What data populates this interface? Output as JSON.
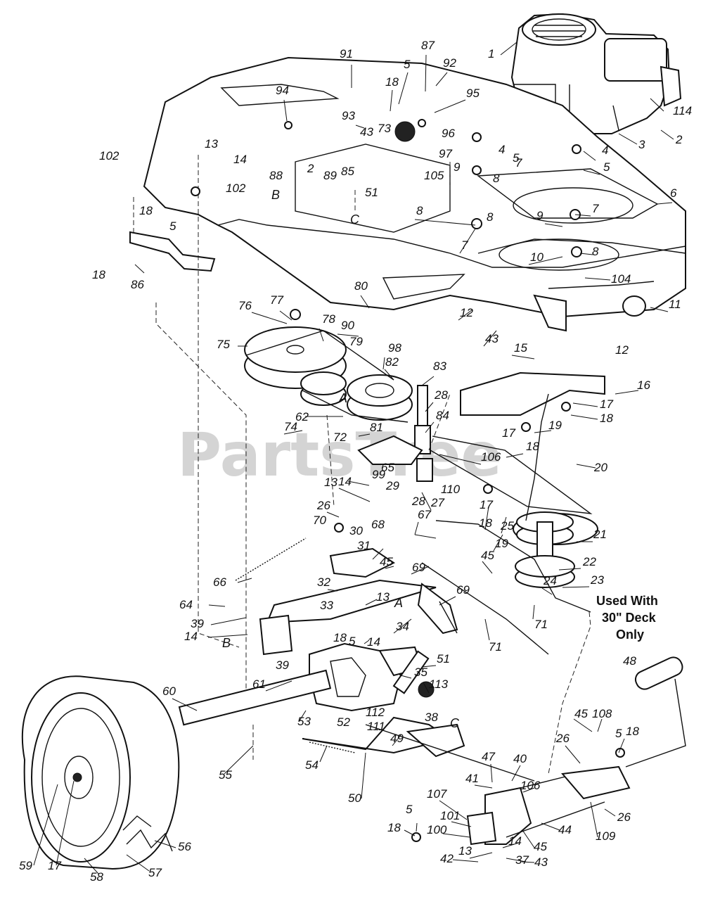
{
  "watermark": "PartsTree",
  "note": {
    "line1": "Used With",
    "line2": "30\" Deck",
    "line3": "Only"
  },
  "letter_labels": [
    "B",
    "C",
    "A",
    "A",
    "B",
    "C"
  ],
  "part_labels": [
    "1",
    "87",
    "92",
    "91",
    "5",
    "18",
    "95",
    "94",
    "93",
    "73",
    "96",
    "114",
    "3",
    "2",
    "13",
    "14",
    "88",
    "2",
    "89",
    "43",
    "85",
    "97",
    "4",
    "5",
    "4",
    "7",
    "5",
    "102",
    "9",
    "105",
    "8",
    "102",
    "51",
    "6",
    "18",
    "5",
    "9",
    "7",
    "8",
    "18",
    "86",
    "8",
    "7",
    "10",
    "8",
    "104",
    "80",
    "76",
    "77",
    "78",
    "90",
    "12",
    "43",
    "11",
    "75",
    "79",
    "98",
    "82",
    "15",
    "12",
    "16",
    "83",
    "28",
    "17",
    "18",
    "74",
    "62",
    "81",
    "84",
    "72",
    "17",
    "19",
    "18",
    "20",
    "106",
    "99",
    "65",
    "29",
    "110",
    "14",
    "13",
    "27",
    "28",
    "17",
    "18",
    "25",
    "26",
    "70",
    "68",
    "67",
    "21",
    "30",
    "31",
    "66",
    "45",
    "69",
    "19",
    "22",
    "32",
    "45",
    "69",
    "23",
    "24",
    "33",
    "64",
    "13",
    "39",
    "14",
    "34",
    "71",
    "71",
    "5",
    "18",
    "14",
    "39",
    "51",
    "48",
    "35",
    "113",
    "60",
    "61",
    "53",
    "52",
    "112",
    "111",
    "38",
    "55",
    "54",
    "49",
    "50",
    "45",
    "108",
    "5",
    "18",
    "26",
    "40",
    "41",
    "47",
    "106",
    "107",
    "101",
    "100",
    "5",
    "18",
    "44",
    "14",
    "45",
    "109",
    "26",
    "13",
    "37",
    "42",
    "43",
    "59",
    "17",
    "58",
    "57",
    "56"
  ]
}
